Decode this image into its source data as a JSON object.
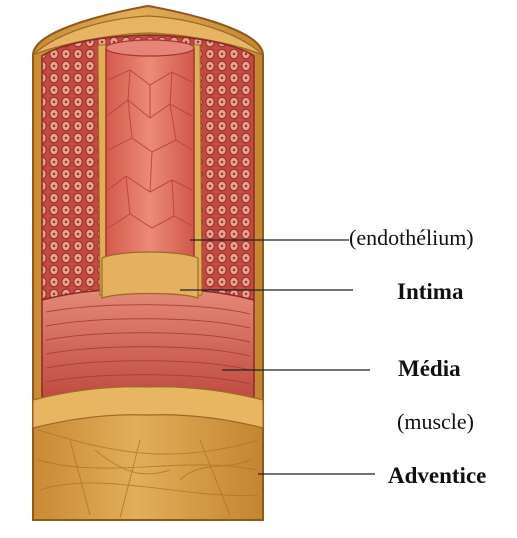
{
  "labels": {
    "endothelium": "(endothélium)",
    "intima": "Intima",
    "media": "Média",
    "muscle": "(muscle)",
    "adventice": "Adventice"
  },
  "colors": {
    "adventitia": "#d9a24a",
    "adventitia_dark": "#b9802e",
    "media": "#c9544a",
    "media_light": "#e07a6a",
    "intima": "#e0715f",
    "cells": "#a8342e",
    "line": "#222222"
  }
}
